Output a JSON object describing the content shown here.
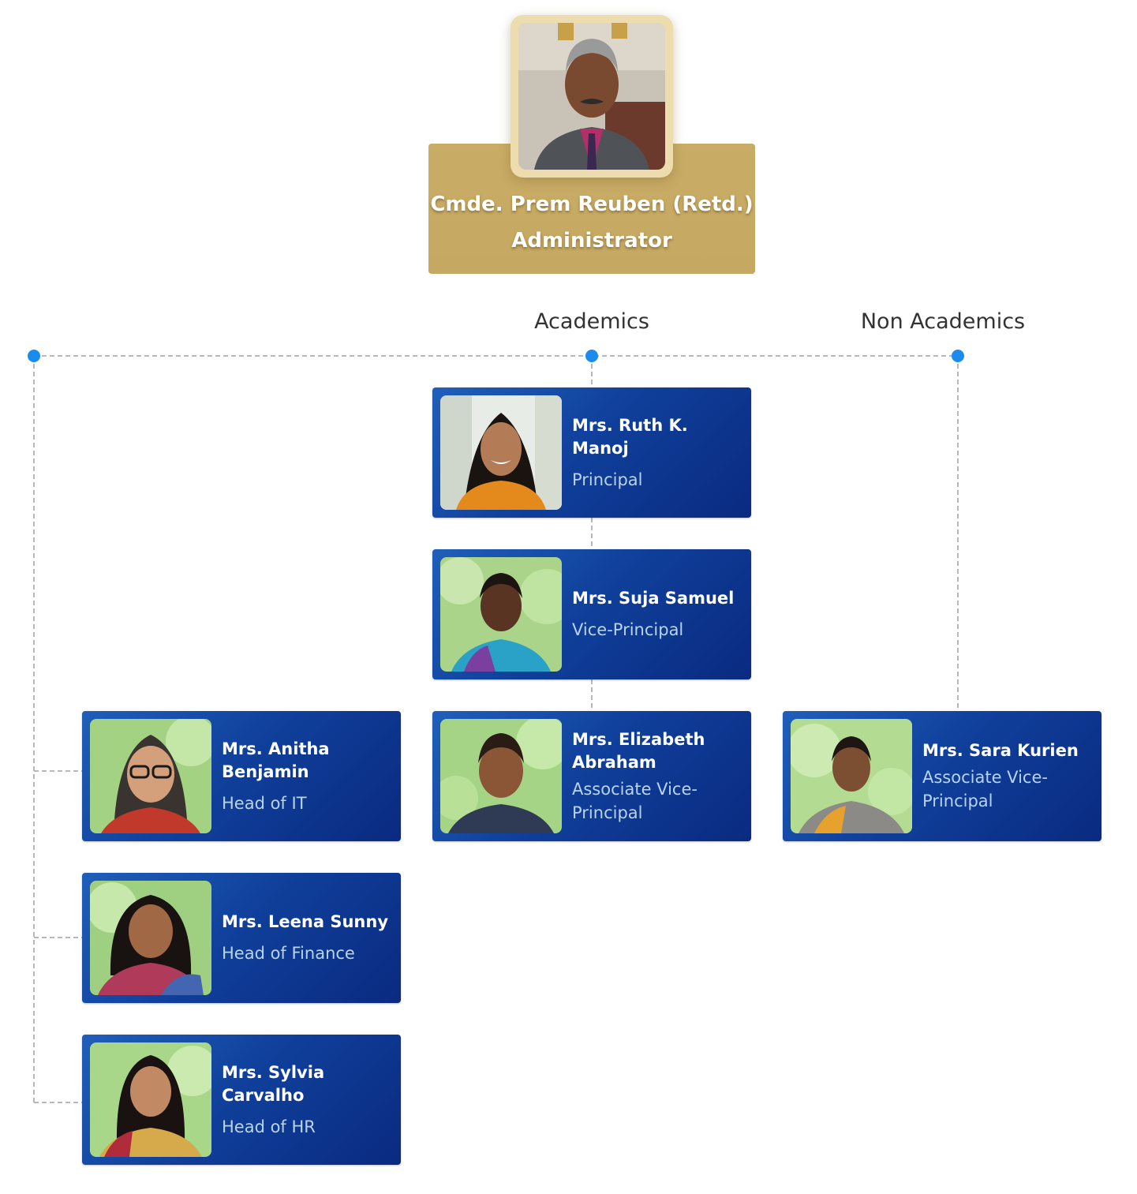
{
  "administrator": {
    "name": "Cmde. Prem Reuben (Retd.)",
    "title": "Administrator"
  },
  "groups": {
    "academics": "Academics",
    "non_academics": "Non Academics"
  },
  "academics": [
    {
      "name": "Mrs. Ruth K. Manoj",
      "role": "Principal"
    },
    {
      "name": "Mrs. Suja Samuel",
      "role": "Vice-Principal"
    },
    {
      "name": "Mrs. Elizabeth Abraham",
      "role": "Associate Vice-Principal"
    }
  ],
  "non_academics": [
    {
      "name": "Mrs. Sara Kurien",
      "role": "Associate Vice-Principal"
    }
  ],
  "heads": [
    {
      "name": "Mrs. Anitha Benjamin",
      "role": "Head of IT"
    },
    {
      "name": "Mrs. Leena Sunny",
      "role": "Head of Finance"
    },
    {
      "name": "Mrs. Sylvia Carvalho",
      "role": "Head of HR"
    }
  ],
  "colors": {
    "gold": "#c5a862",
    "card_blue": "#0f3f9a",
    "connector_dot": "#1a8cf0",
    "connector_line": "#b5b5b5"
  }
}
